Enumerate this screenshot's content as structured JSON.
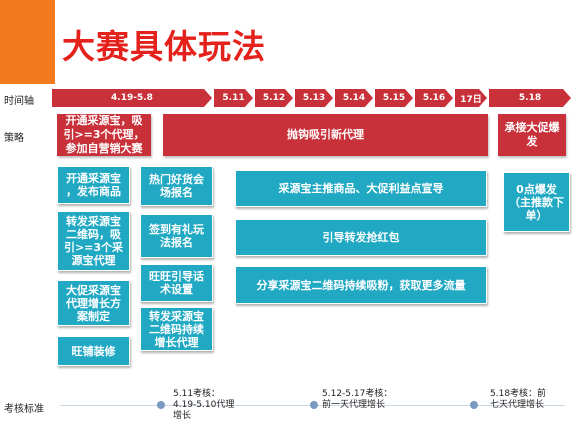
{
  "title": "大赛具体玩法",
  "labels": {
    "timeline": "时间轴",
    "strategy": "策略",
    "evaluation": "考核标准"
  },
  "timeline": [
    "4.19-5.8",
    "5.11",
    "5.12",
    "5.13",
    "5.14",
    "5.15",
    "5.16",
    "17日",
    "5.18"
  ],
  "strategy": {
    "open": "开通采源宝，吸\n引>=3个代理，\n参加自营销大赛",
    "attract": "抛钩吸引新代理",
    "promo": "承接大促爆\n发"
  },
  "col1": [
    "开通采源宝\n，发布商品",
    "转发采源宝\n二维码，吸\n引>=3个采\n源宝代理",
    "大促采源宝\n代理增长方\n案制定",
    "旺铺装修"
  ],
  "col2": [
    "热门好货会\n场报名",
    "签到有礼玩\n法报名",
    "旺旺引导话\n术设置",
    "转发采源宝\n二维码持续\n增长代理"
  ],
  "col3": [
    "采源宝主推商品、大促利益点宣导",
    "引导转发抢红包",
    "分享采源宝二维码持续吸粉，获取更多流量"
  ],
  "col4": [
    "0点爆发\n（主推款下\n单）"
  ],
  "evaluation": [
    "5.11考核：\n4.19-5.10代理\n增长",
    "5.12-5.17考核：\n前一天代理增长",
    "5.18考核：前\n七天代理增长"
  ],
  "colors": {
    "red": "#c9313a",
    "teal": "#21a9c4",
    "orange": "#f47a20",
    "title": "#e4211b"
  }
}
